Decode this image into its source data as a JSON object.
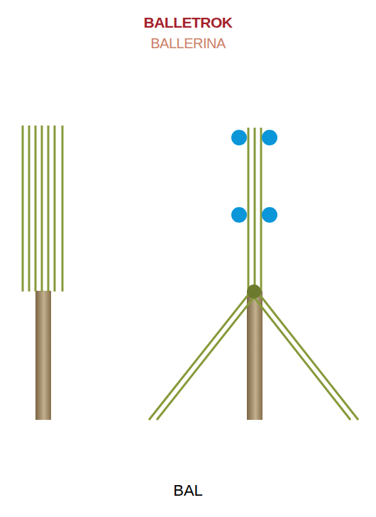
{
  "diagram": {
    "title": "BALLETROK",
    "labels": [
      "BALLERINA"
    ],
    "caption": "BAL"
  }
}
